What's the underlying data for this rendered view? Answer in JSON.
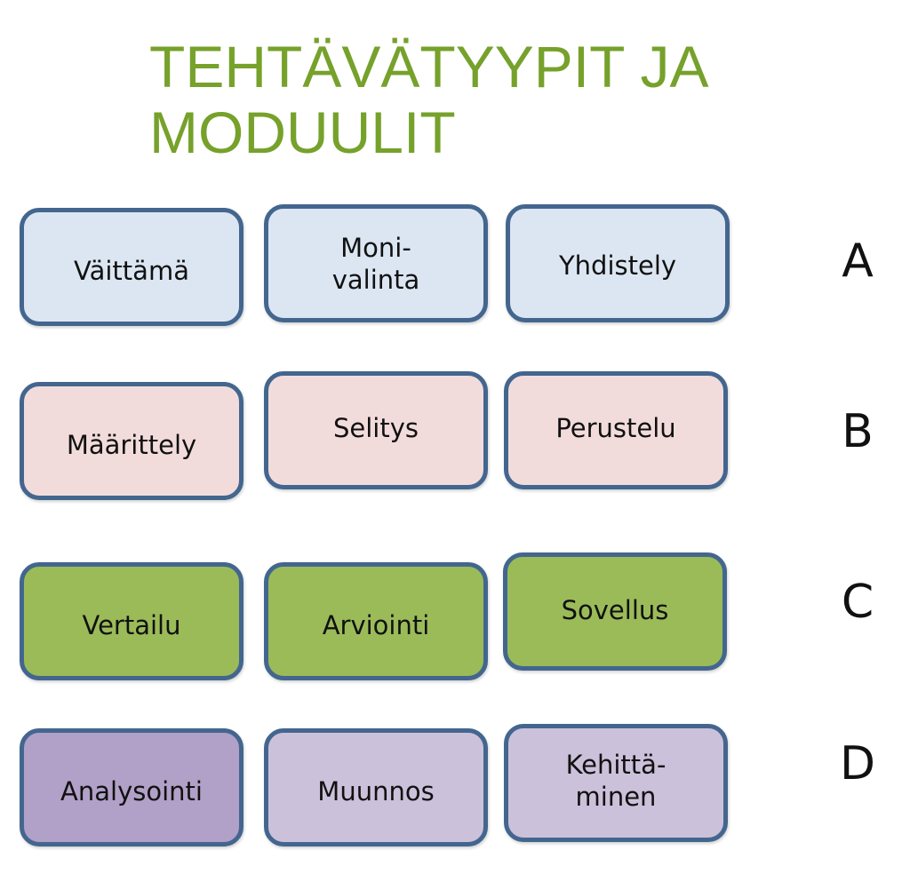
{
  "title": {
    "line1": "TEHTÄVÄTYYPIT JA",
    "line2": "MODUULIT"
  },
  "colors": {
    "title": "#76a12b",
    "border": "#43668f",
    "row_a": "#dce6f2",
    "row_b": "#f2dcdb",
    "row_c": "#9bbb59",
    "row_d_first": "#b1a0c7",
    "row_d_rest": "#ccc1da"
  },
  "rows": [
    {
      "letter": "A",
      "items": [
        "Väittämä",
        "Moni-\nvalinta",
        "Yhdistely"
      ]
    },
    {
      "letter": "B",
      "items": [
        "Määrittely",
        "Selitys",
        "Perustelu"
      ]
    },
    {
      "letter": "C",
      "items": [
        "Vertailu",
        "Arviointi",
        "Sovellus"
      ]
    },
    {
      "letter": "D",
      "items": [
        "Analysointi",
        "Muunnos",
        "Kehittä-\nminen"
      ]
    }
  ]
}
